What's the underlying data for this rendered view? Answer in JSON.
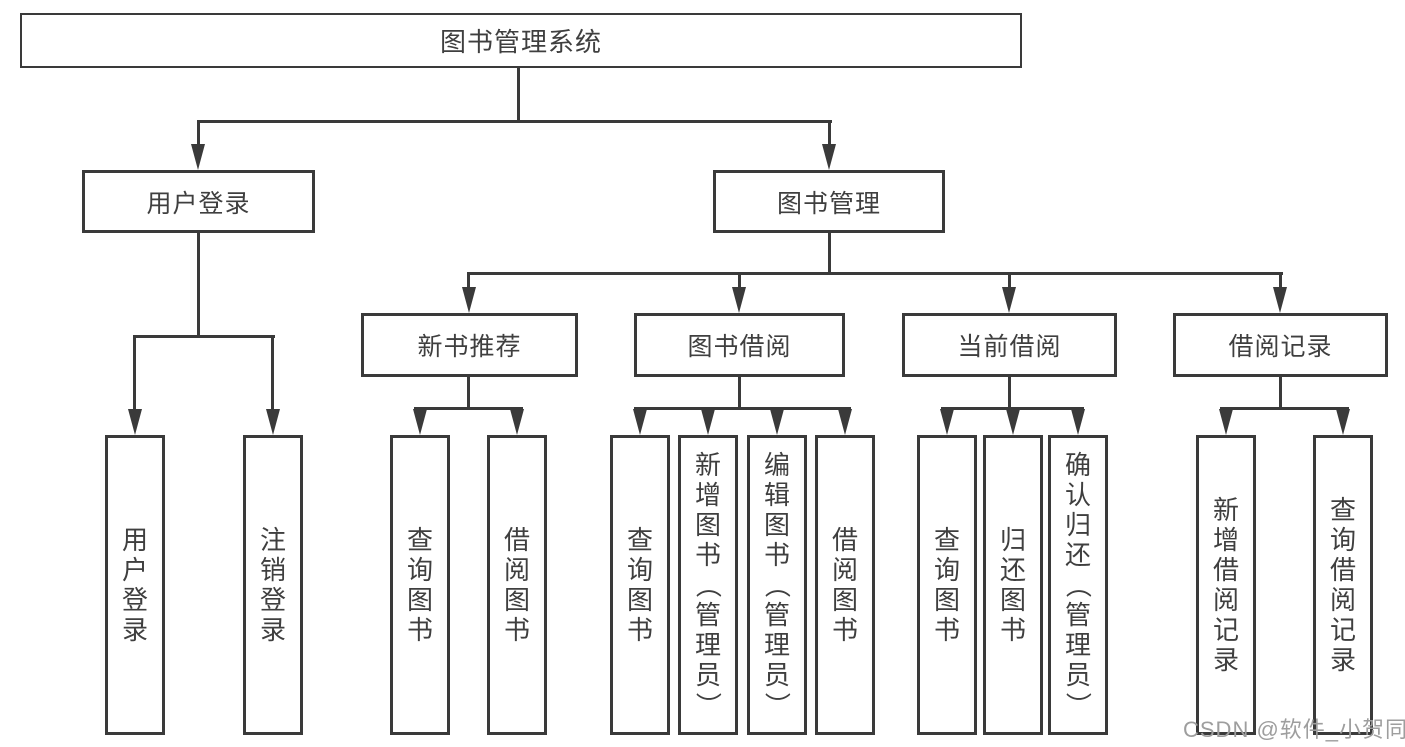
{
  "diagram_title": "图书管理系统",
  "colors": {
    "line": "#3a3a3a",
    "text": "#3f3f3f",
    "watermark": "#9e9e9e",
    "background": "#ffffff"
  },
  "watermark": "CSDN @软件_小贺同学",
  "tree": {
    "root": {
      "label": "图书管理系统",
      "children": [
        {
          "label": "用户登录",
          "children": [
            {
              "label": "用户登录"
            },
            {
              "label": "注销登录"
            }
          ]
        },
        {
          "label": "图书管理",
          "children": [
            {
              "label": "新书推荐",
              "children": [
                {
                  "label": "查询图书"
                },
                {
                  "label": "借阅图书"
                }
              ]
            },
            {
              "label": "图书借阅",
              "children": [
                {
                  "label": "查询图书"
                },
                {
                  "label": "新增图书（管理员）"
                },
                {
                  "label": "编辑图书（管理员）"
                },
                {
                  "label": "借阅图书"
                }
              ]
            },
            {
              "label": "当前借阅",
              "children": [
                {
                  "label": "查询图书"
                },
                {
                  "label": "归还图书"
                },
                {
                  "label": "确认归还（管理员）"
                }
              ]
            },
            {
              "label": "借阅记录",
              "children": [
                {
                  "label": "新增借阅记录"
                },
                {
                  "label": "查询借阅记录"
                }
              ]
            }
          ]
        }
      ]
    }
  }
}
